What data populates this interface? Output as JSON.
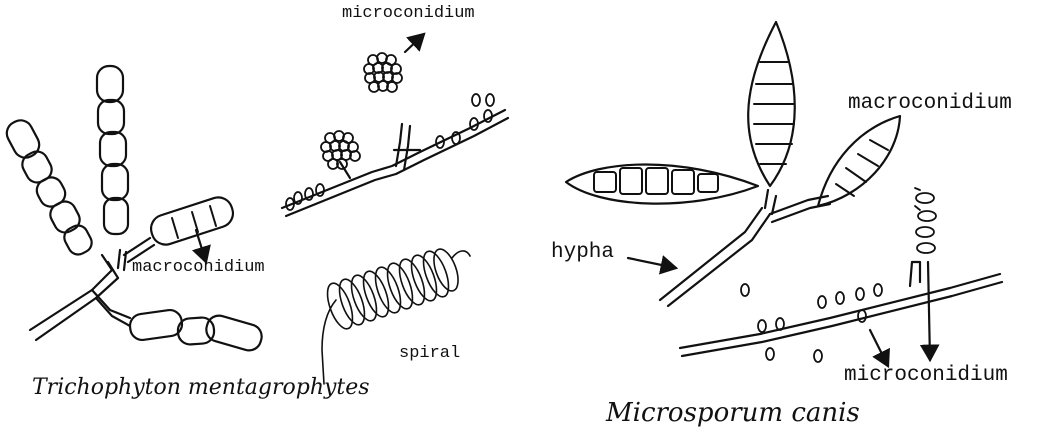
{
  "left_panel": {
    "species": "Trichophyton mentagrophytes",
    "labels": {
      "microconidium": "microconidium",
      "macroconidium": "macroconidium",
      "spiral": "spiral"
    }
  },
  "right_panel": {
    "species": "Microsporum canis",
    "labels": {
      "macroconidium": "macroconidium",
      "hypha": "hypha",
      "microconidium": "microconidium"
    }
  },
  "colors": {
    "ink": "#111111",
    "background": "#ffffff"
  }
}
